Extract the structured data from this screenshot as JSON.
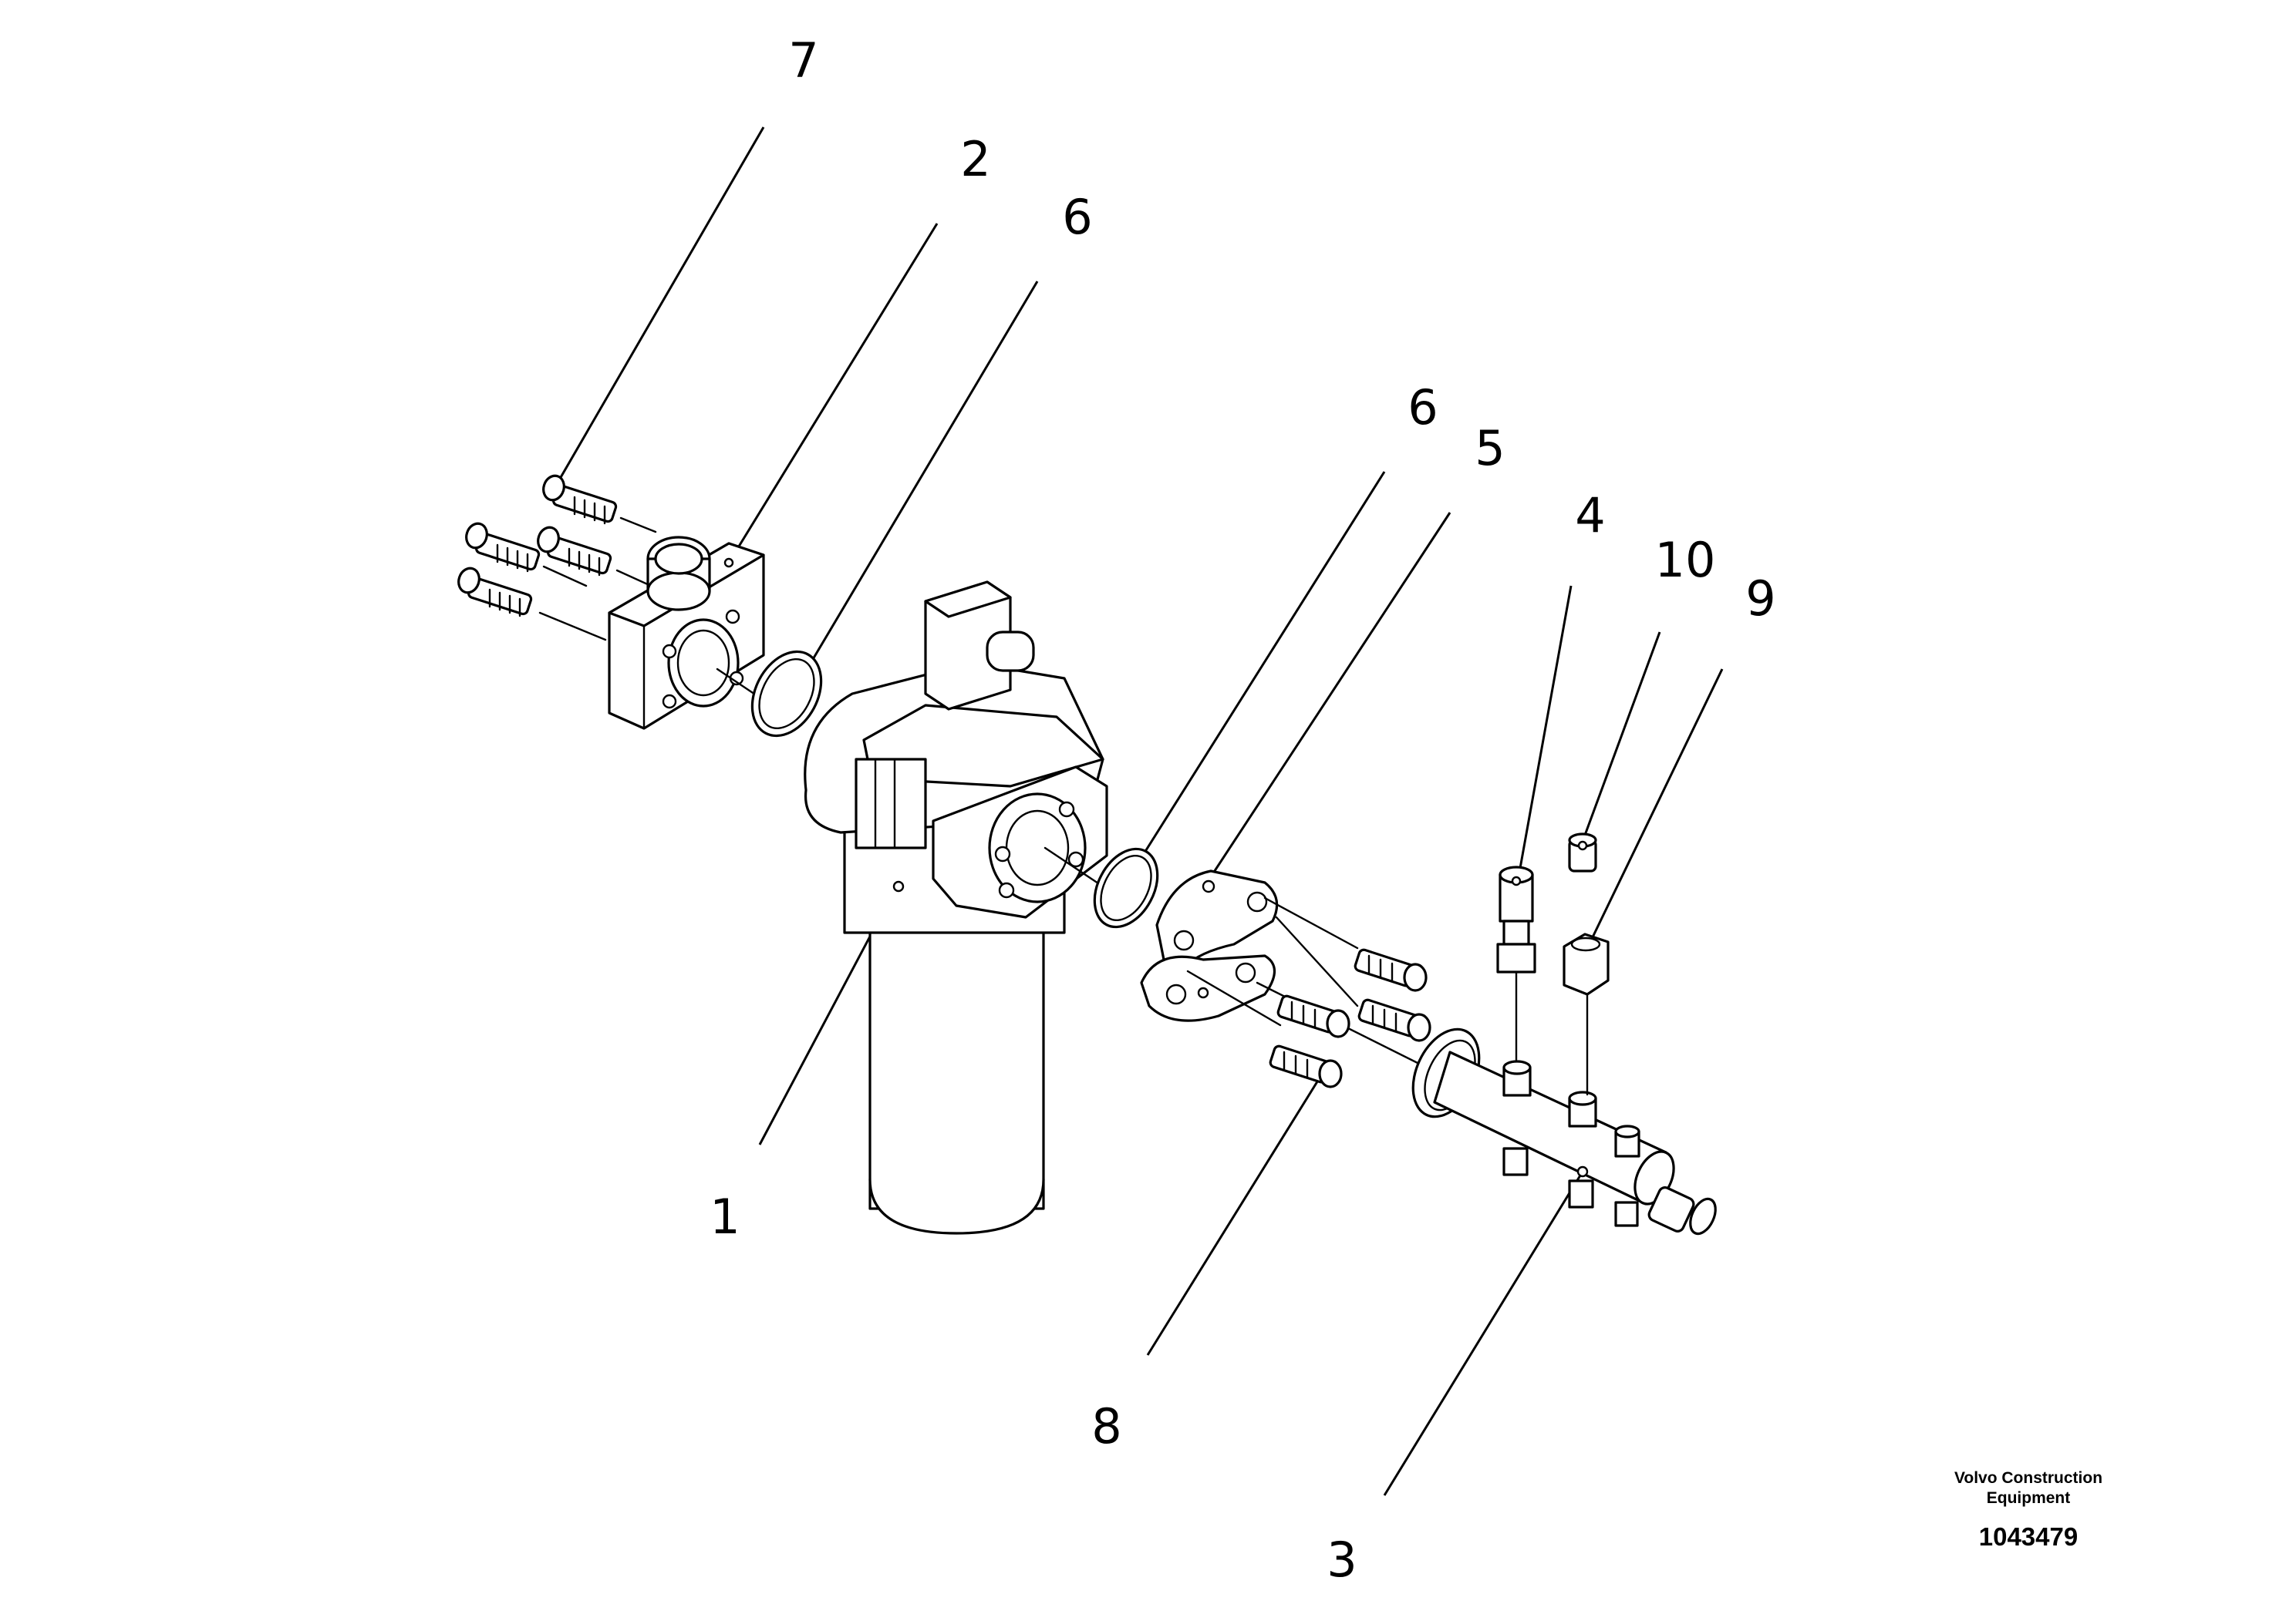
{
  "callouts": {
    "c1": "1",
    "c2": "2",
    "c3": "3",
    "c4": "4",
    "c5": "5",
    "c6a": "6",
    "c6b": "6",
    "c7": "7",
    "c8": "8",
    "c9": "9",
    "c10": "10"
  },
  "footer": {
    "company_line1": "Volvo Construction",
    "company_line2": "Equipment",
    "document_number": "1043479"
  }
}
